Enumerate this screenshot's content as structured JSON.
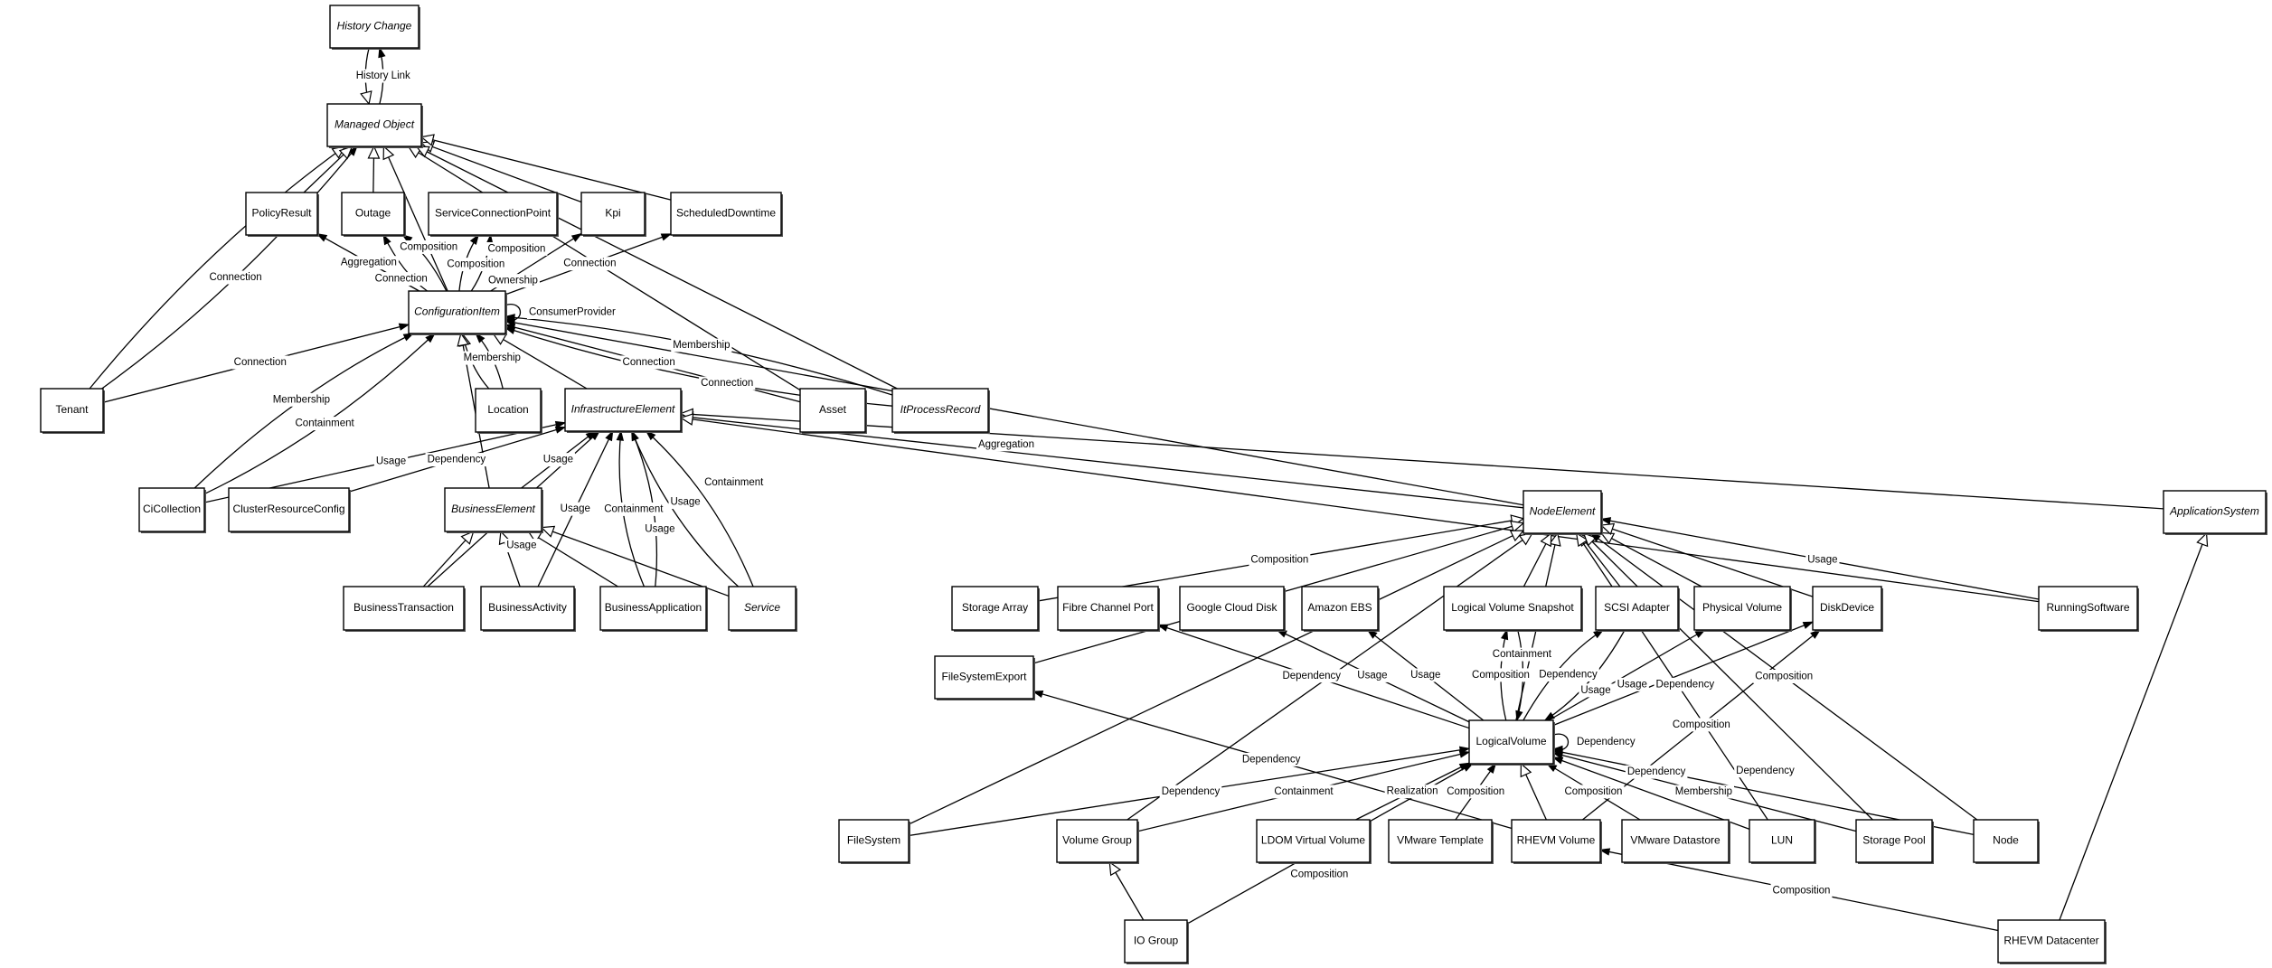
{
  "diagram": {
    "highlight_color": "#dcdcfa",
    "nodes": [
      {
        "id": "history_change",
        "label": "History Change",
        "abstract": true
      },
      {
        "id": "managed_object",
        "label": "Managed Object",
        "abstract": true
      },
      {
        "id": "policy_result",
        "label": "PolicyResult"
      },
      {
        "id": "outage",
        "label": "Outage"
      },
      {
        "id": "scp",
        "label": "ServiceConnectionPoint"
      },
      {
        "id": "kpi",
        "label": "Kpi"
      },
      {
        "id": "scheduled_downtime",
        "label": "ScheduledDowntime"
      },
      {
        "id": "ci",
        "label": "ConfigurationItem",
        "abstract": true
      },
      {
        "id": "tenant",
        "label": "Tenant"
      },
      {
        "id": "location",
        "label": "Location"
      },
      {
        "id": "infra",
        "label": "InfrastructureElement",
        "abstract": true
      },
      {
        "id": "asset",
        "label": "Asset"
      },
      {
        "id": "itpr",
        "label": "ItProcessRecord",
        "abstract": true
      },
      {
        "id": "cicollection",
        "label": "CiCollection"
      },
      {
        "id": "crc",
        "label": "ClusterResourceConfig"
      },
      {
        "id": "business_element",
        "label": "BusinessElement",
        "abstract": true
      },
      {
        "id": "business_transaction",
        "label": "BusinessTransaction"
      },
      {
        "id": "business_activity",
        "label": "BusinessActivity"
      },
      {
        "id": "business_application",
        "label": "BusinessApplication"
      },
      {
        "id": "service",
        "label": "Service",
        "abstract": true
      },
      {
        "id": "node_element",
        "label": "NodeElement",
        "abstract": true
      },
      {
        "id": "application_system",
        "label": "ApplicationSystem",
        "abstract": true
      },
      {
        "id": "storage_array",
        "label": "Storage Array"
      },
      {
        "id": "fibre_channel_port",
        "label": "Fibre Channel Port"
      },
      {
        "id": "google_cloud_disk",
        "label": "Google Cloud Disk"
      },
      {
        "id": "amazon_ebs",
        "label": "Amazon EBS"
      },
      {
        "id": "lv_snapshot",
        "label": "Logical Volume Snapshot"
      },
      {
        "id": "scsi_adapter",
        "label": "SCSI Adapter"
      },
      {
        "id": "physical_volume",
        "label": "Physical Volume"
      },
      {
        "id": "disk_device",
        "label": "DiskDevice"
      },
      {
        "id": "running_software",
        "label": "RunningSoftware"
      },
      {
        "id": "fs_export",
        "label": "FileSystemExport"
      },
      {
        "id": "logical_volume",
        "label": "LogicalVolume"
      },
      {
        "id": "file_system",
        "label": "FileSystem"
      },
      {
        "id": "volume_group",
        "label": "Volume Group"
      },
      {
        "id": "ldom",
        "label": "LDOM Virtual Volume"
      },
      {
        "id": "vmware_template",
        "label": "VMware Template"
      },
      {
        "id": "rhevm_volume",
        "label": "RHEVM Volume",
        "highlighted": true
      },
      {
        "id": "vmware_datastore",
        "label": "VMware Datastore"
      },
      {
        "id": "lun",
        "label": "LUN"
      },
      {
        "id": "storage_pool",
        "label": "Storage Pool"
      },
      {
        "id": "node",
        "label": "Node"
      },
      {
        "id": "io_group",
        "label": "IO Group"
      },
      {
        "id": "rhevm_datacenter",
        "label": "RHEVM Datacenter"
      }
    ],
    "edges": [
      {
        "from": "managed_object",
        "to": "history_change",
        "label": "History Link",
        "head": "filled"
      },
      {
        "from": "history_change",
        "to": "managed_object",
        "label": "",
        "head": "hollow"
      },
      {
        "from": "tenant",
        "to": "managed_object",
        "label": "Connection",
        "head": "filled"
      },
      {
        "from": "tenant",
        "to": "managed_object",
        "label": "",
        "head": "hollow"
      },
      {
        "from": "policy_result",
        "to": "managed_object",
        "label": "",
        "head": "hollow"
      },
      {
        "from": "outage",
        "to": "managed_object",
        "label": "",
        "head": "hollow"
      },
      {
        "from": "kpi",
        "to": "managed_object",
        "label": "",
        "head": "hollow"
      },
      {
        "from": "scheduled_downtime",
        "to": "managed_object",
        "label": "",
        "head": "hollow"
      },
      {
        "from": "asset",
        "to": "managed_object",
        "label": "",
        "head": "hollow"
      },
      {
        "from": "itpr",
        "to": "managed_object",
        "label": "",
        "head": "hollow"
      },
      {
        "from": "ci",
        "to": "managed_object",
        "label": "",
        "head": "hollow"
      },
      {
        "from": "ci",
        "to": "policy_result",
        "label": "Aggregation",
        "head": "filled"
      },
      {
        "from": "ci",
        "to": "outage",
        "label": "Composition",
        "head": "filled"
      },
      {
        "from": "ci",
        "to": "outage",
        "label": "Connection",
        "head": "filled"
      },
      {
        "from": "ci",
        "to": "scp",
        "label": "Composition",
        "head": "filled"
      },
      {
        "from": "ci",
        "to": "scp",
        "label": "Ownership",
        "head": "filled"
      },
      {
        "from": "ci",
        "to": "kpi",
        "label": "Composition",
        "head": "filled"
      },
      {
        "from": "ci",
        "to": "scheduled_downtime",
        "label": "Connection",
        "head": "filled"
      },
      {
        "from": "ci",
        "to": "ci",
        "label": "ConsumerProvider",
        "head": "filled"
      },
      {
        "from": "tenant",
        "to": "ci",
        "label": "Connection",
        "head": "filled"
      },
      {
        "from": "cicollection",
        "to": "ci",
        "label": "Containment",
        "head": "filled"
      },
      {
        "from": "cicollection",
        "to": "ci",
        "label": "Membership",
        "head": "filled"
      },
      {
        "from": "location",
        "to": "ci",
        "label": "Membership",
        "head": "filled"
      },
      {
        "from": "location",
        "to": "ci",
        "label": "",
        "head": "hollow"
      },
      {
        "from": "infra",
        "to": "ci",
        "label": "",
        "head": "hollow"
      },
      {
        "from": "business_element",
        "to": "ci",
        "label": "",
        "head": "hollow"
      },
      {
        "from": "asset",
        "to": "ci",
        "label": "Connection",
        "head": "filled"
      },
      {
        "from": "itpr",
        "to": "ci",
        "label": "Membership",
        "head": "filled"
      },
      {
        "from": "itpr",
        "to": "ci",
        "label": "Connection",
        "head": "filled"
      },
      {
        "from": "node_element",
        "to": "ci",
        "label": "Aggregation",
        "head": "filled"
      },
      {
        "from": "cicollection",
        "to": "infra",
        "label": "Usage",
        "head": "filled"
      },
      {
        "from": "crc",
        "to": "infra",
        "label": "Dependency",
        "head": "filled"
      },
      {
        "from": "business_element",
        "to": "infra",
        "label": "Usage",
        "head": "filled"
      },
      {
        "from": "business_transaction",
        "to": "infra",
        "label": "Usage",
        "head": "filled"
      },
      {
        "from": "business_activity",
        "to": "infra",
        "label": "Usage",
        "head": "filled"
      },
      {
        "from": "business_application",
        "to": "infra",
        "label": "Containment",
        "head": "filled"
      },
      {
        "from": "business_application",
        "to": "infra",
        "label": "Usage",
        "head": "filled"
      },
      {
        "from": "service",
        "to": "infra",
        "label": "Containment",
        "head": "filled"
      },
      {
        "from": "service",
        "to": "infra",
        "label": "Usage",
        "head": "filled"
      },
      {
        "from": "business_transaction",
        "to": "business_element",
        "label": "",
        "head": "hollow"
      },
      {
        "from": "business_activity",
        "to": "business_element",
        "label": "",
        "head": "hollow"
      },
      {
        "from": "business_application",
        "to": "business_element",
        "label": "",
        "head": "hollow"
      },
      {
        "from": "service",
        "to": "business_element",
        "label": "",
        "head": "hollow"
      },
      {
        "from": "node_element",
        "to": "infra",
        "label": "",
        "head": "hollow"
      },
      {
        "from": "application_system",
        "to": "infra",
        "label": "",
        "head": "hollow"
      },
      {
        "from": "running_software",
        "to": "infra",
        "label": "",
        "head": "hollow"
      },
      {
        "from": "storage_array",
        "to": "node_element",
        "label": "Composition",
        "head": "hollow"
      },
      {
        "from": "fs_export",
        "to": "node_element",
        "label": "",
        "head": "hollow"
      },
      {
        "from": "file_system",
        "to": "node_element",
        "label": "",
        "head": "hollow"
      },
      {
        "from": "volume_group",
        "to": "node_element",
        "label": "",
        "head": "hollow"
      },
      {
        "from": "logical_volume",
        "to": "node_element",
        "label": "",
        "head": "hollow"
      },
      {
        "from": "lv_snapshot",
        "to": "node_element",
        "label": "",
        "head": "hollow"
      },
      {
        "from": "scsi_adapter",
        "to": "node_element",
        "label": "",
        "head": "hollow"
      },
      {
        "from": "physical_volume",
        "to": "node_element",
        "label": "",
        "head": "hollow"
      },
      {
        "from": "disk_device",
        "to": "node_element",
        "label": "",
        "head": "hollow"
      },
      {
        "from": "running_software",
        "to": "node_element",
        "label": "Usage",
        "head": "filled"
      },
      {
        "from": "lun",
        "to": "node_element",
        "label": "",
        "head": "hollow"
      },
      {
        "from": "storage_pool",
        "to": "node_element",
        "label": "",
        "head": "hollow"
      },
      {
        "from": "node",
        "to": "node_element",
        "label": "Composition",
        "head": "filled"
      },
      {
        "from": "logical_volume",
        "to": "fibre_channel_port",
        "label": "Dependency",
        "head": "filled"
      },
      {
        "from": "logical_volume",
        "to": "google_cloud_disk",
        "label": "Usage",
        "head": "filled"
      },
      {
        "from": "logical_volume",
        "to": "amazon_ebs",
        "label": "Usage",
        "head": "filled"
      },
      {
        "from": "logical_volume",
        "to": "lv_snapshot",
        "label": "Composition",
        "head": "filled"
      },
      {
        "from": "lv_snapshot",
        "to": "logical_volume",
        "label": "Containment",
        "head": "filled"
      },
      {
        "from": "logical_volume",
        "to": "scsi_adapter",
        "label": "Dependency",
        "head": "filled"
      },
      {
        "from": "scsi_adapter",
        "to": "logical_volume",
        "label": "Usage",
        "head": "filled"
      },
      {
        "from": "logical_volume",
        "to": "physical_volume",
        "label": "Usage",
        "head": "filled"
      },
      {
        "from": "logical_volume",
        "to": "disk_device",
        "label": "Dependency",
        "head": "filled"
      },
      {
        "from": "logical_volume",
        "to": "logical_volume",
        "label": "Dependency",
        "head": "filled"
      },
      {
        "from": "file_system",
        "to": "logical_volume",
        "label": "Dependency",
        "head": "filled"
      },
      {
        "from": "rhevm_volume",
        "to": "fs_export",
        "label": "Dependency",
        "head": "filled"
      },
      {
        "from": "volume_group",
        "to": "logical_volume",
        "label": "Containment",
        "head": "filled"
      },
      {
        "from": "io_group",
        "to": "logical_volume",
        "label": "Composition",
        "head": "filled"
      },
      {
        "from": "ldom",
        "to": "logical_volume",
        "label": "Realization",
        "head": "filled"
      },
      {
        "from": "vmware_template",
        "to": "logical_volume",
        "label": "Composition",
        "head": "filled"
      },
      {
        "from": "rhevm_volume",
        "to": "logical_volume",
        "label": "",
        "head": "hollow"
      },
      {
        "from": "vmware_datastore",
        "to": "logical_volume",
        "label": "Composition",
        "head": "filled"
      },
      {
        "from": "lun",
        "to": "logical_volume",
        "label": "Dependency",
        "head": "filled"
      },
      {
        "from": "storage_pool",
        "to": "logical_volume",
        "label": "Membership",
        "head": "filled"
      },
      {
        "from": "node",
        "to": "logical_volume",
        "label": "Dependency",
        "head": "filled"
      },
      {
        "from": "rhevm_volume",
        "to": "disk_device",
        "label": "Composition",
        "head": "filled"
      },
      {
        "from": "io_group",
        "to": "volume_group",
        "label": "",
        "head": "hollow"
      },
      {
        "from": "rhevm_datacenter",
        "to": "rhevm_volume",
        "label": "Composition",
        "head": "filled"
      },
      {
        "from": "rhevm_datacenter",
        "to": "application_system",
        "label": "",
        "head": "hollow"
      }
    ]
  }
}
